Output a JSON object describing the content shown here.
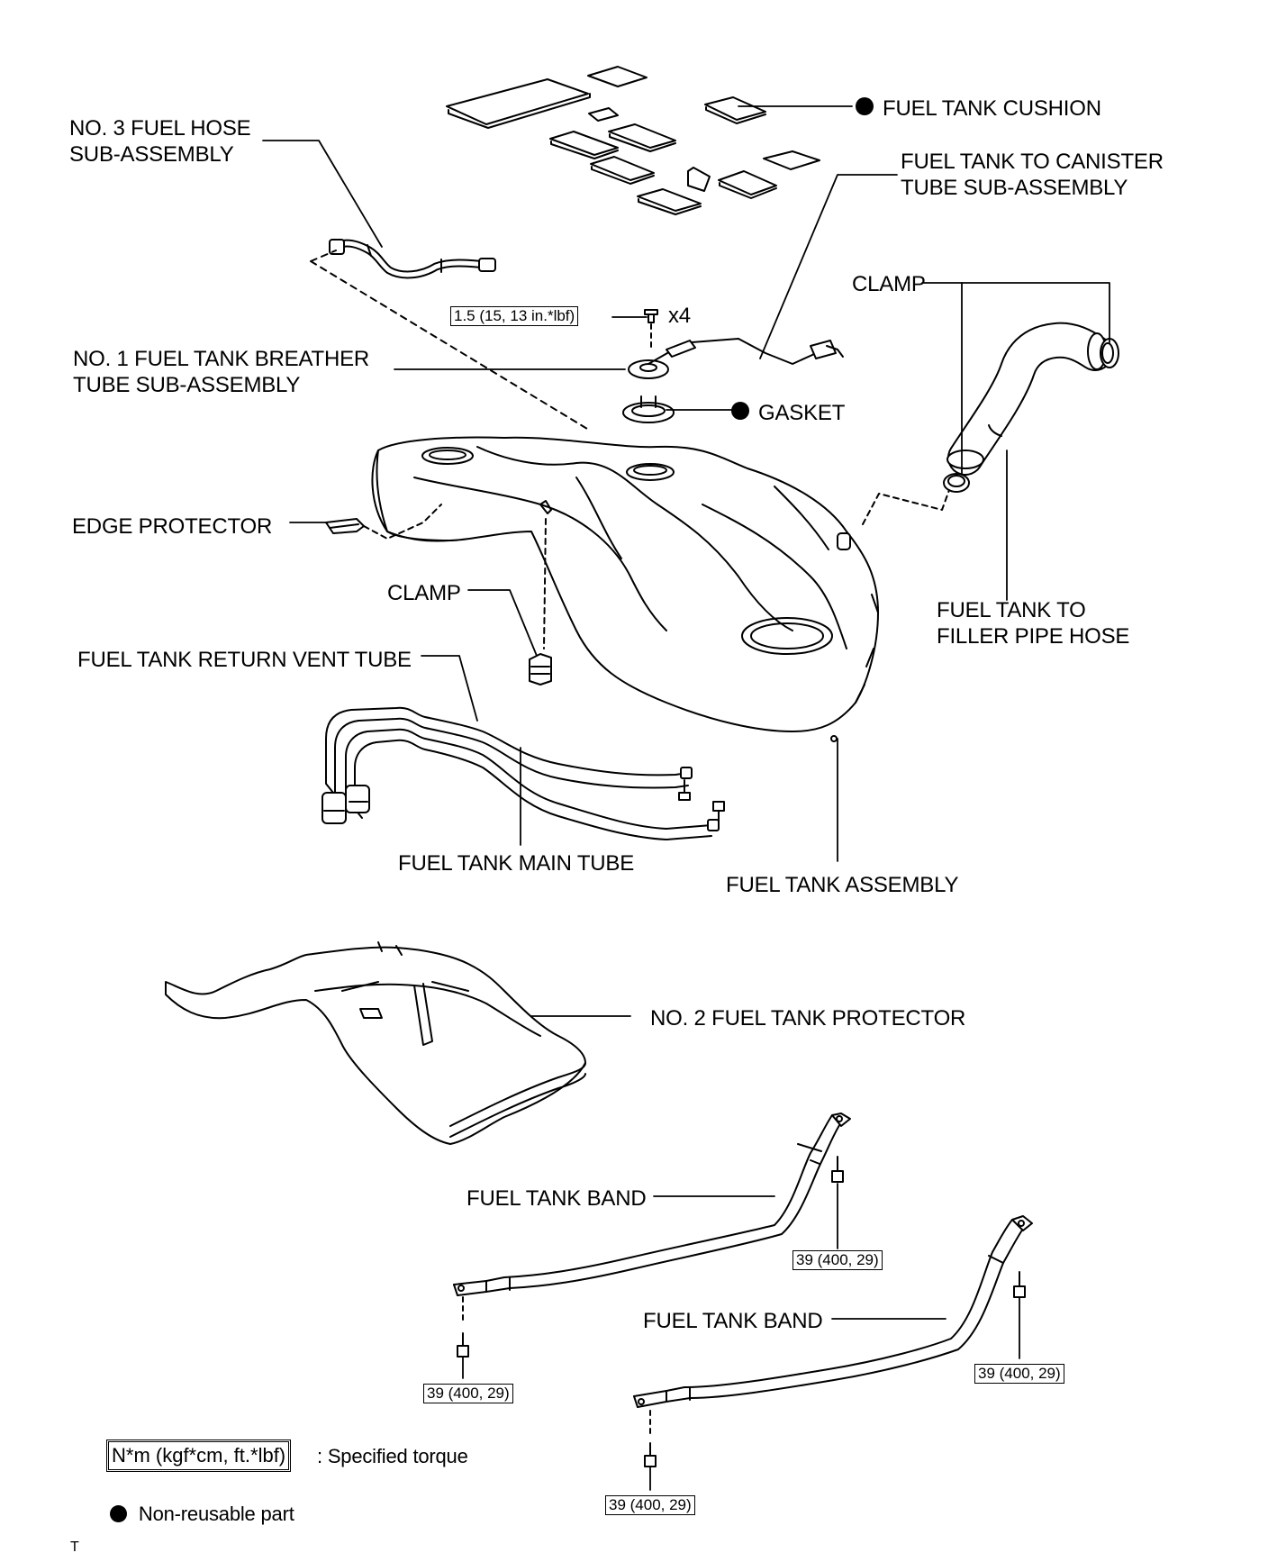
{
  "labels": {
    "no3_fuel_hose": [
      "NO. 3 FUEL HOSE",
      "SUB-ASSEMBLY"
    ],
    "fuel_tank_cushion": "FUEL TANK CUSHION",
    "canister_tube": [
      "FUEL TANK TO CANISTER",
      "TUBE SUB-ASSEMBLY"
    ],
    "clamp_upper": "CLAMP",
    "breather_tube": [
      "NO. 1 FUEL TANK BREATHER",
      "TUBE SUB-ASSEMBLY"
    ],
    "gasket": "GASKET",
    "edge_protector": "EDGE PROTECTOR",
    "clamp_lower": "CLAMP",
    "filler_pipe_hose": [
      "FUEL TANK TO",
      "FILLER PIPE HOSE"
    ],
    "return_vent_tube": "FUEL TANK RETURN VENT TUBE",
    "main_tube": "FUEL TANK MAIN TUBE",
    "tank_assembly": "FUEL TANK ASSEMBLY",
    "no2_protector": "NO. 2 FUEL TANK PROTECTOR",
    "band_1": "FUEL TANK BAND",
    "band_2": "FUEL TANK BAND",
    "bolt_count": "x4"
  },
  "torques": {
    "breather_bolt": "1.5 (15, 13 in.*lbf)",
    "band1_top": "39 (400, 29)",
    "band1_bottom": "39 (400, 29)",
    "band2_top": "39 (400, 29)",
    "band2_bottom": "39 (400, 29)"
  },
  "legend": {
    "torque_unit": "N*m (kgf*cm, ft.*lbf)",
    "torque_desc": ": Specified torque",
    "nonreusable_desc": "Non-reusable part"
  },
  "corner_mark": "T"
}
